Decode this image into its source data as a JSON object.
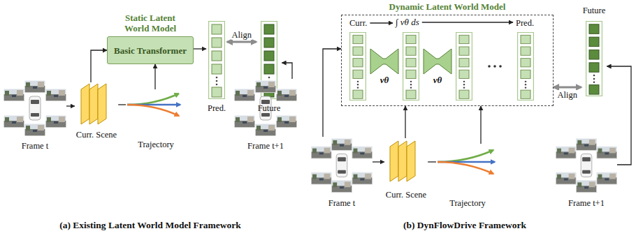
{
  "diagram": {
    "nodes": [
      {
        "text": [
          "Frame t"
        ]
      },
      {
        "text": [
          "Curr. Scene"
        ]
      },
      {
        "text": [
          "Trajectory"
        ]
      },
      {
        "text": [
          "Static Latent World Model",
          "Basic Transformer"
        ]
      },
      {
        "text": [
          "Pred."
        ]
      },
      {
        "text": [
          "Future"
        ]
      },
      {
        "text": [
          "Frame t+1"
        ]
      },
      {
        "text": [
          "Dynamic Latent World Model"
        ]
      },
      {
        "text": [
          "Frame t"
        ]
      },
      {
        "text": [
          "Curr. Scene"
        ]
      },
      {
        "text": [
          "Trajectory"
        ]
      },
      {
        "text": [
          "Future"
        ]
      },
      {
        "text": [
          "Frame t+1"
        ]
      }
    ],
    "edges": [
      {
        "from": 0,
        "to": 1,
        "arrow": "to"
      },
      {
        "from": 1,
        "to": 2,
        "arrow": "none"
      },
      {
        "from": 1,
        "to": 3,
        "arrow": "to"
      },
      {
        "from": 2,
        "to": 3,
        "arrow": "to"
      },
      {
        "from": 3,
        "to": 4,
        "arrow": "to"
      },
      {
        "from": 4,
        "to": 5,
        "label": "Align",
        "arrow": "both"
      },
      {
        "from": 6,
        "to": 5,
        "arrow": "to"
      },
      {
        "from": 8,
        "to": 9,
        "arrow": "to"
      },
      {
        "from": 9,
        "to": 10,
        "arrow": "none"
      },
      {
        "from": 8,
        "to": 7,
        "arrow": "to"
      },
      {
        "from": 9,
        "to": 7,
        "arrow": "to"
      },
      {
        "from": 10,
        "to": 7,
        "arrow": "to"
      },
      {
        "from": 7,
        "to": 11,
        "label": "Align",
        "arrow": "both"
      },
      {
        "from": 12,
        "to": 11,
        "arrow": "to"
      }
    ],
    "labels": [
      "(a) Existing Latent World Model Framework",
      "Curr.",
      "∫ vθ ds",
      "Pred.",
      "vθ",
      "vθ",
      "(b) DynFlowDrive Framework"
    ]
  }
}
